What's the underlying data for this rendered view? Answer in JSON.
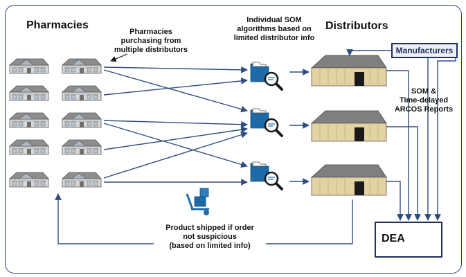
{
  "headings": {
    "pharmacies": "Pharmacies",
    "distributors": "Distributors"
  },
  "notes": {
    "multi_distributor": [
      "Pharmacies",
      "purchasing from",
      "multiple distributors"
    ],
    "som_algorithms": [
      "Individual SOM",
      "algorithms based on",
      "limited distributor info"
    ],
    "som_reports": [
      "SOM &",
      "Time-delayed",
      "ARCOS Reports"
    ],
    "shipped": [
      "Product shipped if order",
      "not suspicious",
      "(based on limited info)"
    ]
  },
  "manufacturers": "Manufacturers",
  "dea": "DEA",
  "colors": {
    "frame": "#2a3f8f",
    "arrow": "#2e4d7f",
    "pharmacy_roof": "#8d8d8d",
    "warehouse_wall": "#e3d3a4",
    "warehouse_roof": "#7f7f7f",
    "folder": "#1e6aa6"
  },
  "icons": {
    "pharmacy": "pharmacy-building-icon",
    "warehouse": "distributor-warehouse-icon",
    "som": "folder-magnifier-icon",
    "shipping": "hand-truck-boxes-icon",
    "dea_seal": "dea-seal-icon"
  }
}
